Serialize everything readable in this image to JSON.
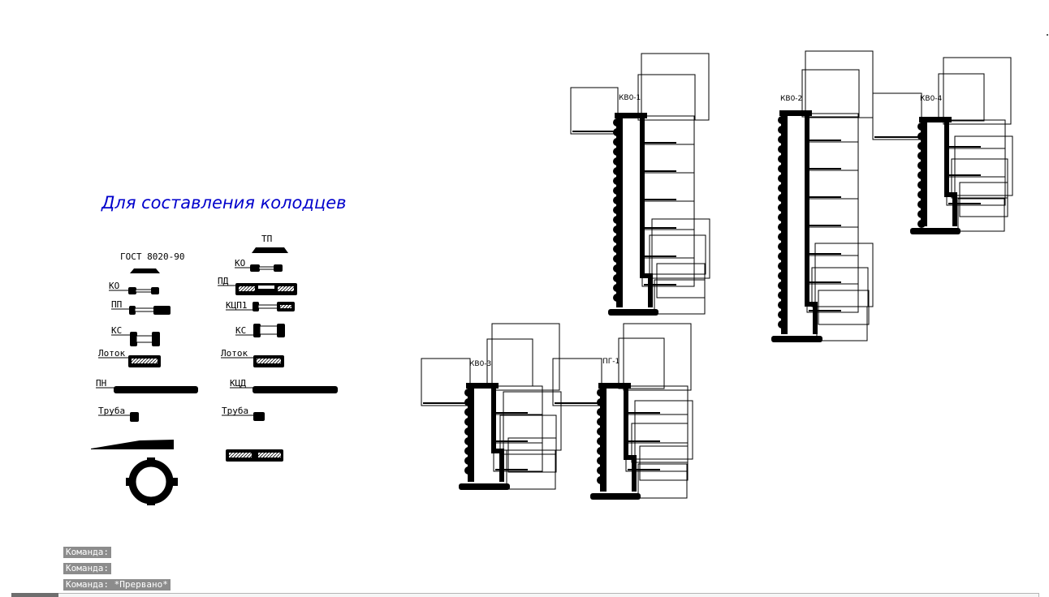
{
  "drawing": {
    "title": "Для составления колодцев",
    "title_color": "#0000cc",
    "left_column_labels": [
      "ГОСТ 8020-90",
      "КО",
      "ПП",
      "КС",
      "Лоток",
      "ПН",
      "Труба"
    ],
    "right_column_labels": [
      "ТП",
      "КО",
      "ПД",
      "КЦП1",
      "КС",
      "Лоток",
      "КЦД",
      "Труба"
    ],
    "wells": [
      "КВ0-1",
      "КВ0-2",
      "КВ0-4",
      "КВ0-3",
      "ПГ-1"
    ]
  },
  "command_history": [
    "Команда:",
    "Команда:",
    "Команда: *Прервано*"
  ],
  "command_line": {
    "input_value": ""
  }
}
